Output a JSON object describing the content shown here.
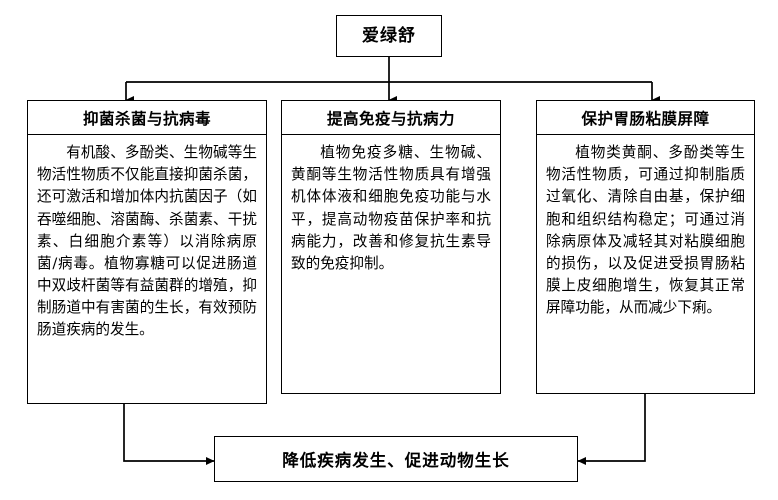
{
  "diagram": {
    "root": {
      "label": "爱绿舒"
    },
    "branches": [
      {
        "header": "抑菌杀菌与抗病毒",
        "body": "有机酸、多酚类、生物碱等生物活性物质不仅能直接抑菌杀菌，还可激活和增加体内抗菌因子（如吞噬细胞、溶菌酶、杀菌素、干扰素、白细胞介素等）以消除病原菌/病毒。植物寡糖可以促进肠道中双歧杆菌等有益菌群的增殖，抑制肠道中有害菌的生长，有效预防肠道疾病的发生。"
      },
      {
        "header": "提高免疫与抗病力",
        "body": "植物免疫多糖、生物碱、黄酮等生物活性物质具有增强机体体液和细胞免疫功能与水平，提高动物疫苗保护率和抗病能力，改善和修复抗生素导致的免疫抑制。"
      },
      {
        "header": "保护胃肠粘膜屏障",
        "body": "植物类黄酮、多酚类等生物活性物质，可通过抑制脂质过氧化、清除自由基，保护细胞和组织结构稳定；可通过消除病原体及减轻其对粘膜细胞的损伤，以及促进受损胃肠粘膜上皮细胞增生，恢复其正常屏障功能，从而减少下痢。"
      }
    ],
    "outcome": {
      "label": "降低疾病发生、促进动物生长"
    },
    "colors": {
      "stroke": "#000000",
      "background": "#ffffff",
      "text": "#000000"
    }
  }
}
